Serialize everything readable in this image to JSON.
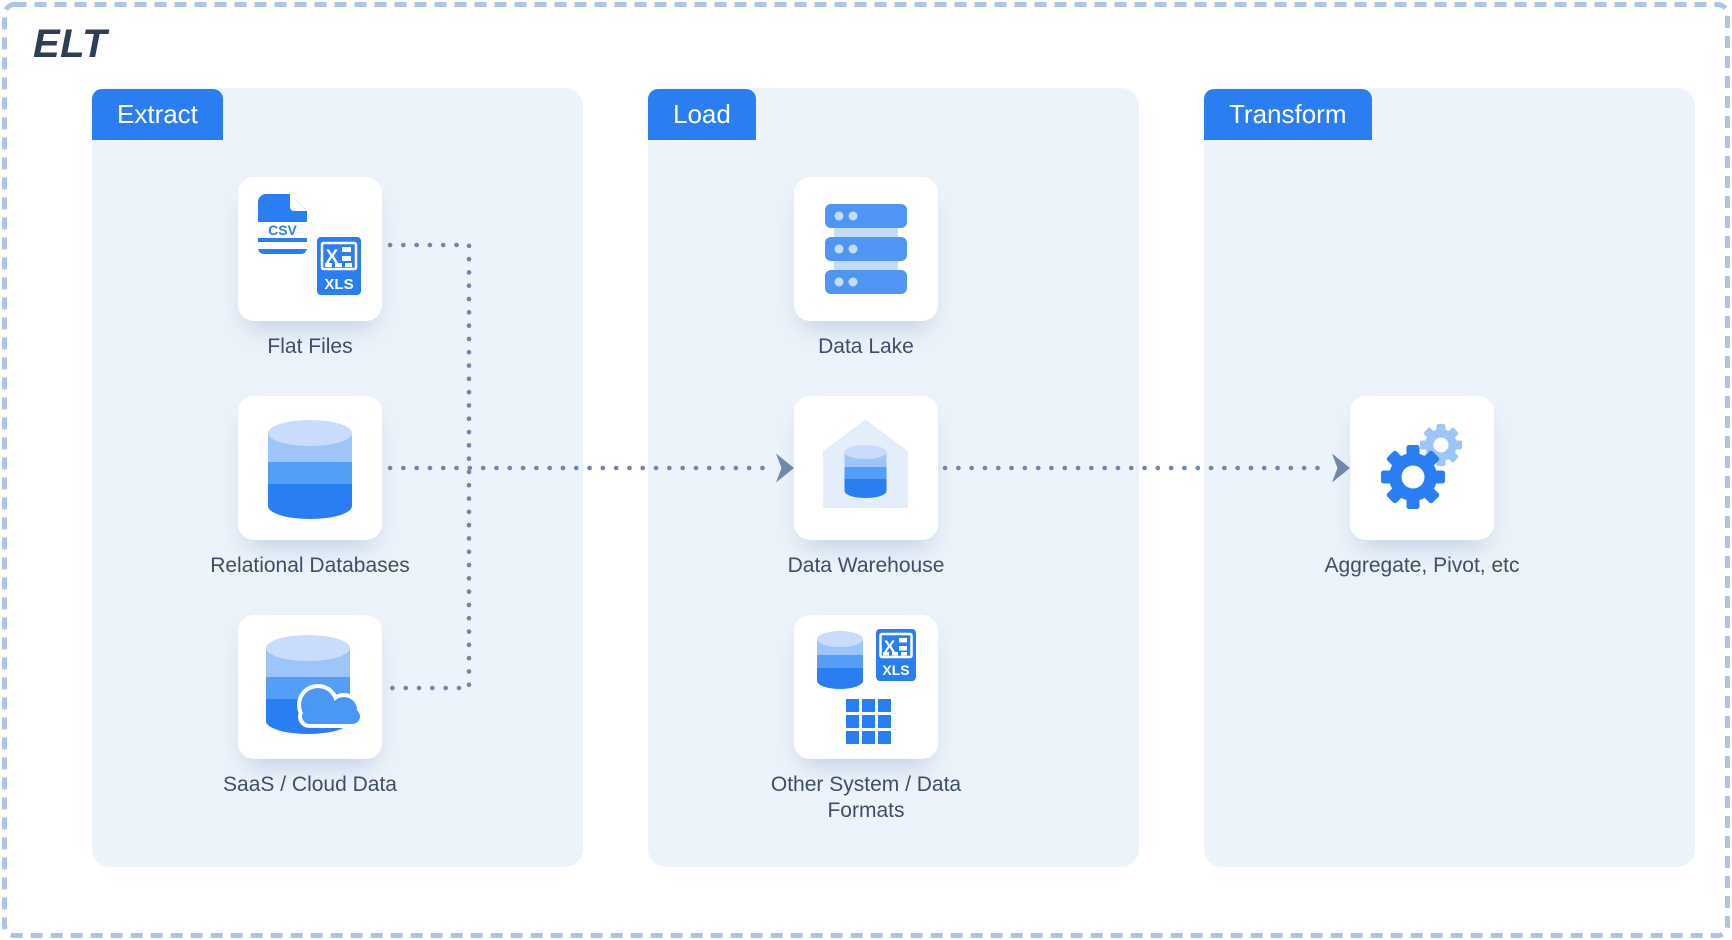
{
  "title": "ELT",
  "columns": [
    {
      "label": "Extract",
      "items": [
        {
          "name": "Flat Files",
          "icon": "csv-xls-files-icon"
        },
        {
          "name": "Relational Databases",
          "icon": "database-icon"
        },
        {
          "name": "SaaS / Cloud Data",
          "icon": "cloud-database-icon"
        }
      ]
    },
    {
      "label": "Load",
      "items": [
        {
          "name": "Data Lake",
          "icon": "server-stack-icon"
        },
        {
          "name": "Data Warehouse",
          "icon": "warehouse-icon"
        },
        {
          "name": "Other System / Data\nFormats",
          "icon": "mixed-formats-icon"
        }
      ]
    },
    {
      "label": "Transform",
      "items": [
        {
          "name": "Aggregate, Pivot, etc",
          "icon": "gears-icon"
        }
      ]
    }
  ],
  "icon_labels": {
    "csv": "CSV",
    "xls": "XLS"
  },
  "flow": [
    "Flat Files -> Data Warehouse",
    "Relational Databases -> Data Warehouse",
    "SaaS / Cloud Data -> Data Warehouse",
    "Data Warehouse -> Aggregate, Pivot, etc"
  ],
  "colors": {
    "accent_blue": "#2b7ef2",
    "panel_bg": "#edf3fa",
    "card_bg": "#ffffff",
    "label_text": "#3e4e66",
    "title_text": "#2d3e55",
    "connector": "#7187a8",
    "border_dash": "#aec4e5",
    "icon_blue": "#2a7ef3",
    "icon_mid_blue": "#559ef8",
    "icon_light_blue": "#9ec5fa",
    "icon_pale_blue": "#c9dcfb",
    "house_fill": "#e4eefb",
    "cloud_blue": "#4a97f5"
  }
}
